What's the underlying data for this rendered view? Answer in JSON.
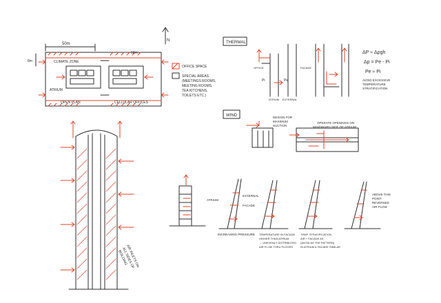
{
  "plan": {
    "dim_top": "50m",
    "dim_left": "8m",
    "dim_right": "60m",
    "label_climate_zone": "CLIMATE ZONE",
    "label_atrium": "ATRIUM",
    "label_open_plan": "OPEN PLAN",
    "label_cellular_offices": "CELLULAR OFFICES",
    "north": "N"
  },
  "legend": {
    "office_space": "OFFICE SPACE",
    "special_areas": [
      "SPECIAL AREAS",
      "(MEETINGS ROOMS,",
      "MEETING ROOMS,",
      "TEA KITCHENS,",
      "TOILETS ETC.)"
    ]
  },
  "thermal": {
    "heading": "THERMAL",
    "office": "OFFICE",
    "facade": "FACADE",
    "atrium": "ATRIUM",
    "external": "EXTERNAL",
    "pi": "Pi",
    "pe": "Pe",
    "formula": [
      "ΔP ≈ Δρgh",
      "Δp = Pe - Pi",
      "Pe ≈ Pi"
    ],
    "note": [
      "AVOID EXCESSIVE",
      "TEMPERATURE",
      "STRATIFICATION"
    ]
  },
  "wind": {
    "heading": "WIND",
    "design_note": [
      "DESIGN FOR",
      "MAXIMUM",
      "SUCTION"
    ],
    "operate_note": [
      "OPERATE OPENINGS ON",
      "WINDWARD SIDE OF ATRIUM"
    ]
  },
  "profiles": {
    "atrium": "ATRIUM",
    "external": "EXTERNAL",
    "facade": "FACADE",
    "cap1": [
      "INCREASING PRESSURE"
    ],
    "cap2": [
      "TEMPERATURE IN FACADE",
      "HIGHER THAN ATRIUM",
      "→ UNEVENLY DISTRIBUTED",
      "AIR FLOW THRU FLOORS"
    ],
    "cap3": [
      "TEMP. STRATIFICATION",
      "AIR + FACADE AS",
      "(AVOID AS THE PATTERN)",
      "IN ATRIUM & FACADE SIMILAR"
    ],
    "cap4": [
      "ABOVE THIS",
      "POINT",
      "REVERSED",
      "AIR FLOW"
    ]
  },
  "section": {
    "note": [
      "AIR INLETS ON",
      "ALL SIDES OF",
      "BUILDING"
    ]
  }
}
